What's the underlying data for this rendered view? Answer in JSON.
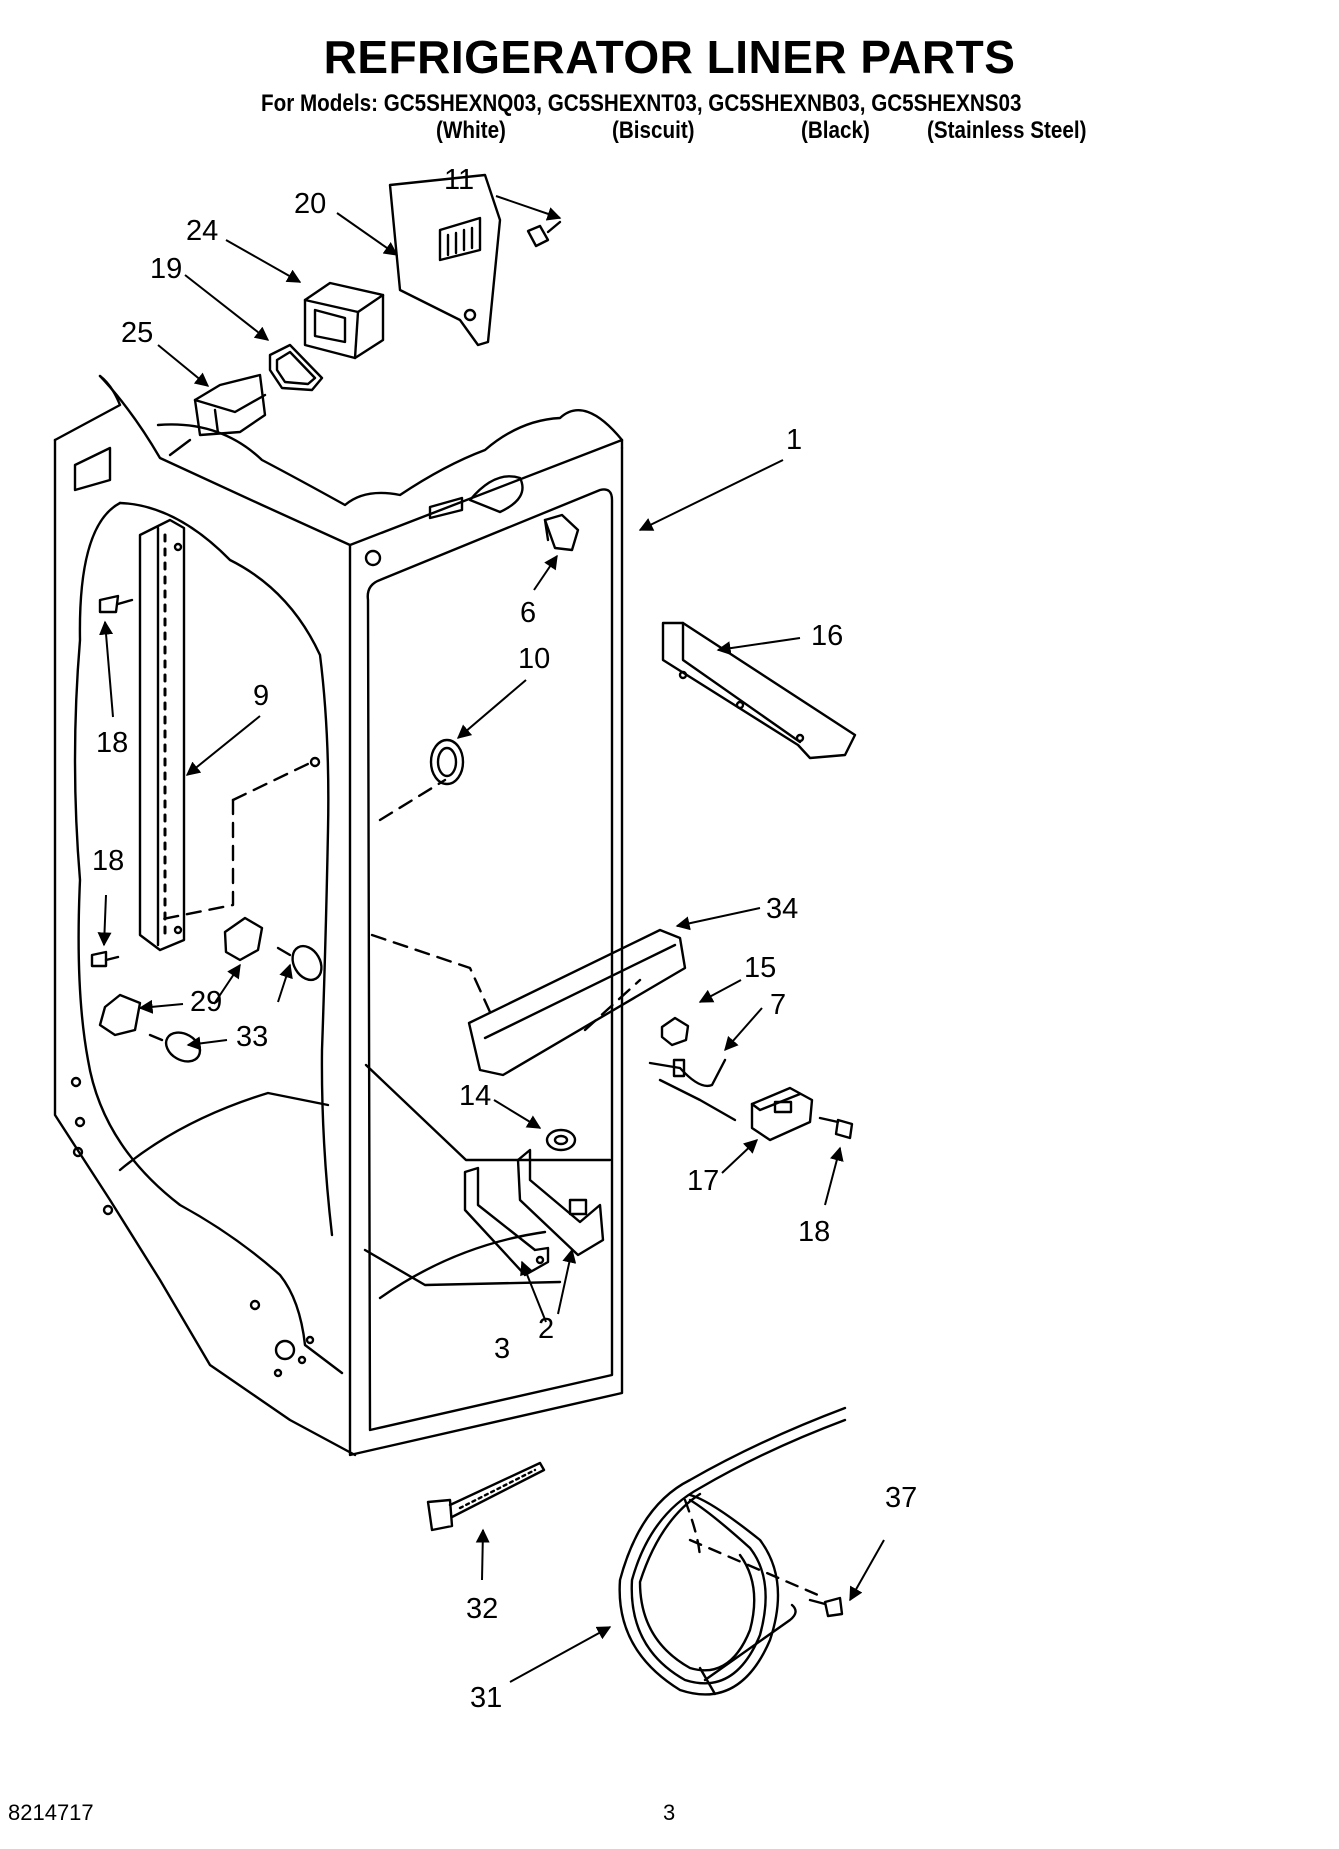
{
  "header": {
    "title": "REFRIGERATOR LINER PARTS",
    "models_line": "For Models: GC5SHEXNQ03, GC5SHEXNT03, GC5SHEXNB03, GC5SHEXNS03",
    "variants": [
      "(White)",
      "(Biscuit)",
      "(Black)",
      "(Stainless Steel)"
    ]
  },
  "callouts": {
    "c1": "1",
    "c2": "2",
    "c3": "3",
    "c6": "6",
    "c7": "7",
    "c9": "9",
    "c10": "10",
    "c11": "11",
    "c14": "14",
    "c15": "15",
    "c16": "16",
    "c17": "17",
    "c18a": "18",
    "c18b": "18",
    "c18c": "18",
    "c19": "19",
    "c20": "20",
    "c24": "24",
    "c25": "25",
    "c29": "29",
    "c31": "31",
    "c32": "32",
    "c33": "33",
    "c34": "34",
    "c37": "37"
  },
  "footer": {
    "doc_number": "8214717",
    "page_number": "3"
  }
}
